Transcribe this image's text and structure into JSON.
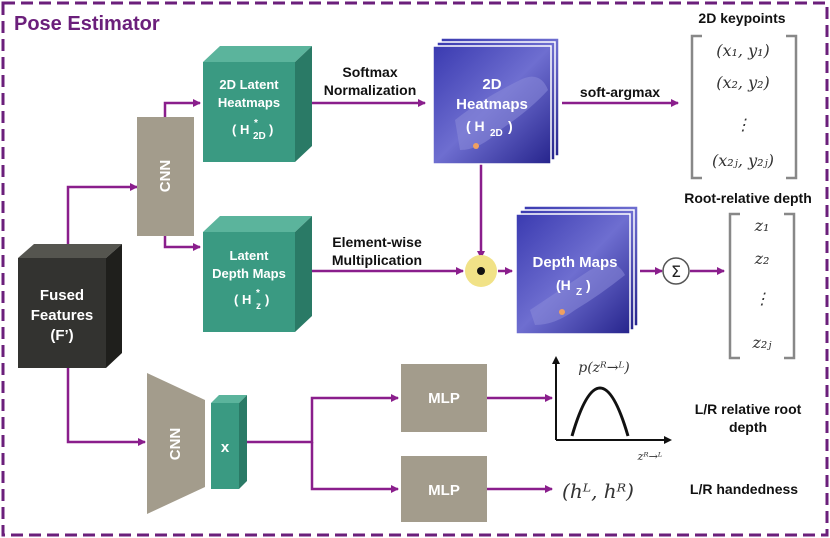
{
  "title": "Pose Estimator",
  "colors": {
    "frame": "#6b1f7b",
    "arrow": "#8a1e8c",
    "teal": "#3a9a82",
    "tealDark": "#2a7a66",
    "cnn": "#a39c8c",
    "fused": "#333330",
    "heatmap": "#2d2a9e",
    "mult": "#f1e287"
  },
  "nodes": {
    "fused": [
      "Fused",
      "Features",
      "(F’)"
    ],
    "cnn_top": "CNN",
    "cnn_bottom": "CNN",
    "latent_heat": [
      "2D Latent",
      "Heatmaps"
    ],
    "latent_heat_sym": "( H",
    "latent_heat_sup": "*",
    "latent_heat_sub": "2D",
    "latent_heat_close": ")",
    "latent_depth": [
      "Latent",
      "Depth Maps"
    ],
    "latent_depth_sym": "( H",
    "latent_depth_sup": "*",
    "latent_depth_sub": "z",
    "latent_depth_close": ")",
    "heatmaps": [
      "2D",
      "Heatmaps"
    ],
    "heatmaps_sym": "( H",
    "heatmaps_sub": "2D",
    "heatmaps_close": ")",
    "depthmaps": "Depth Maps",
    "depthmaps_sym": "(H",
    "depthmaps_sub": "Z",
    "depthmaps_close": ")",
    "x": "x",
    "mlp1": "MLP",
    "mlp2": "MLP",
    "mult": "•",
    "sum": "Σ"
  },
  "edges": {
    "softmax": [
      "Softmax",
      "Normalization"
    ],
    "elementwise": [
      "Element-wise",
      "Multiplication"
    ],
    "softargmax": "soft-argmax"
  },
  "outputs": {
    "keypoints_title": "2D keypoints",
    "keypoints": [
      "(x₁, y₁)",
      "(x₂, y₂)",
      "⋮",
      "(x₂ⱼ, y₂ⱼ)"
    ],
    "depth_title": "Root-relative depth",
    "depth": [
      "z₁",
      "z₂",
      "⋮",
      "z₂ⱼ"
    ],
    "lr_depth": [
      "L/R relative root",
      "depth"
    ],
    "plot_ylabel": "p(zᴿ→ᴸ)",
    "plot_xlabel": "zᴿ→ᴸ",
    "lr_hand_formula": "(hᴸ, hᴿ)",
    "lr_hand": "L/R handedness"
  }
}
